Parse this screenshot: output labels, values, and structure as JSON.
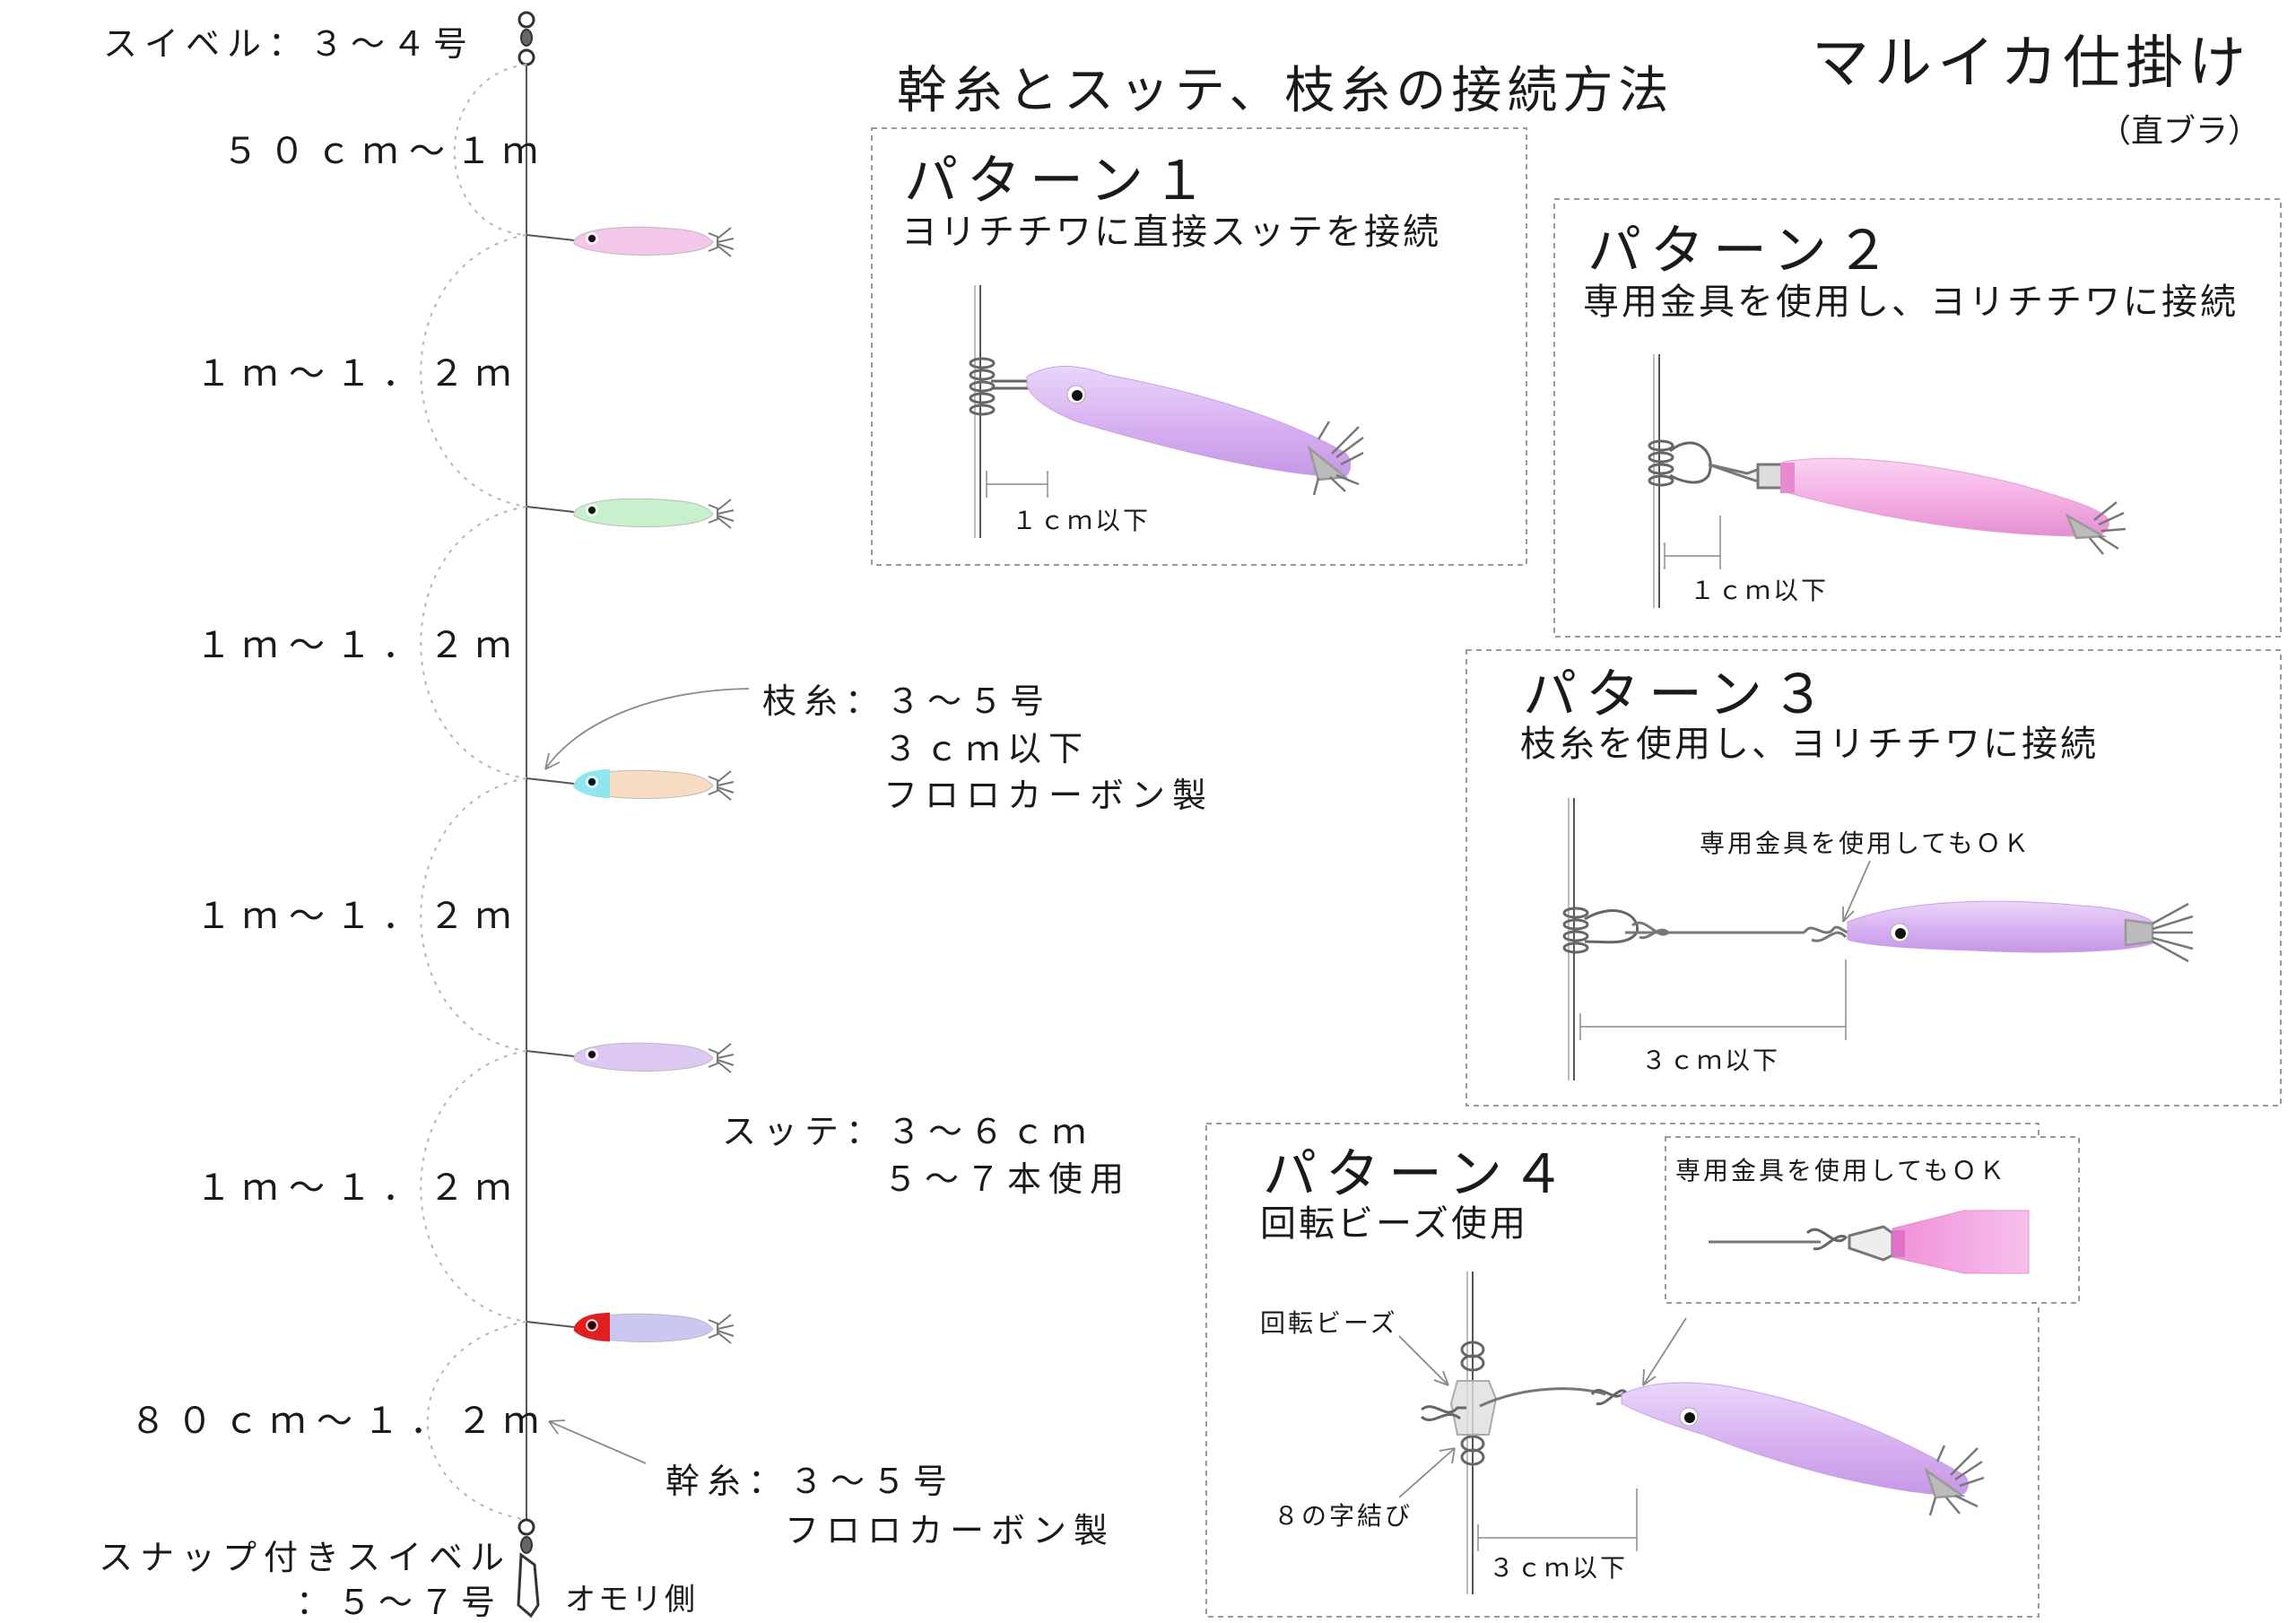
{
  "title": "マルイカ仕掛け",
  "subtitle": "（直ブラ）",
  "section_heading": "幹糸とスッテ、枝糸の接続方法",
  "rig": {
    "swivel_top": "スイベル：３～４号",
    "distances": [
      "５０ｃｍ～１ｍ",
      "１ｍ～１．２ｍ",
      "１ｍ～１．２ｍ",
      "１ｍ～１．２ｍ",
      "１ｍ～１．２ｍ",
      "８０ｃｍ～１．２ｍ"
    ],
    "branch_label": [
      "枝糸：３～５号",
      "３ｃｍ以下",
      "フロロカーボン製"
    ],
    "sutte_label": [
      "スッテ：３～６ｃｍ",
      "５～７本使用"
    ],
    "main_label": [
      "幹糸：３～５号",
      "フロロカーボン製"
    ],
    "snap_label": [
      "スナップ付きスイベル",
      "：５～７号"
    ],
    "weight_side": "オモリ側",
    "lures": [
      {
        "body": "#f3c6ea",
        "head": "#f3c6ea",
        "eye": true
      },
      {
        "body": "#c9f0cc",
        "head": "#c9f0cc",
        "eye": true
      },
      {
        "body": "#f8dcc2",
        "head": "#8fe6ee",
        "eye": true
      },
      {
        "body": "#dcc8f3",
        "head": "#dcc8f3",
        "eye": true
      },
      {
        "body": "#cbc7f3",
        "head": "#e02020",
        "eye": true
      }
    ]
  },
  "patterns": [
    {
      "title": "パターン１",
      "desc": "ヨリチチワに直接スッテを接続",
      "dim": "１ｃｍ以下"
    },
    {
      "title": "パターン２",
      "desc": "専用金具を使用し、ヨリチチワに接続",
      "dim": "１ｃｍ以下"
    },
    {
      "title": "パターン３",
      "desc": "枝糸を使用し、ヨリチチワに接続",
      "dim": "３ｃｍ以下",
      "note": "専用金具を使用してもＯＫ"
    },
    {
      "title": "パターン４",
      "desc": "回転ビーズ使用",
      "dim": "３ｃｍ以下",
      "note": "専用金具を使用してもＯＫ",
      "label_bead": "回転ビーズ",
      "label_knot": "８の字結び"
    }
  ],
  "colors": {
    "lure_purple": "#d9b3f2",
    "lure_pink": "#f4b3e8",
    "line": "#555555"
  }
}
